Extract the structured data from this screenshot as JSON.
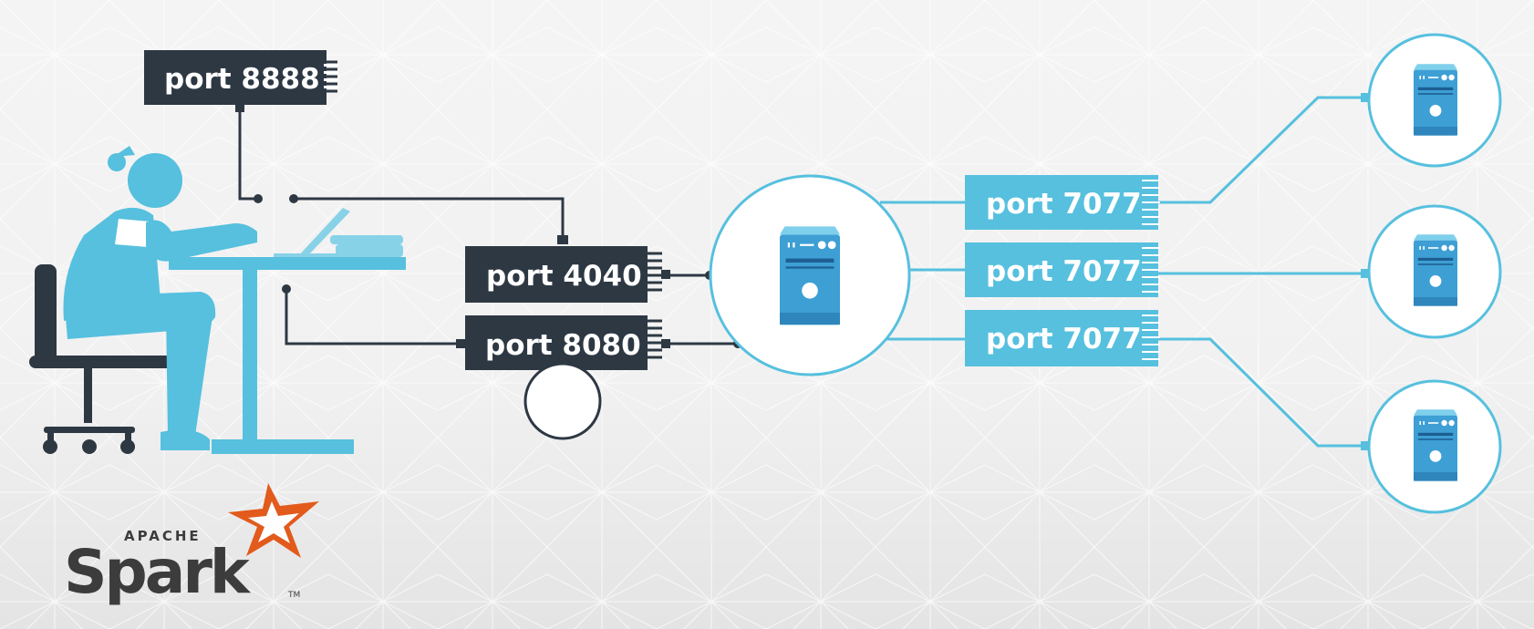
{
  "ports": {
    "jupyter": "port 8888",
    "spark_ui": "port 4040",
    "master_ui": "port 8080",
    "worker_1": "port 7077",
    "worker_2": "port 7077",
    "worker_3": "port 7077"
  },
  "logo": {
    "line1": "APACHE",
    "line2": "Spark",
    "tm": "TM"
  },
  "colors": {
    "dark_port": "#2d3843",
    "blue_accent": "#56c0de",
    "server_blue": "#3d9fd4",
    "spark_orange": "#e25a1c",
    "logo_text": "#3c3c3c"
  },
  "icons": [
    "person-at-laptop-icon",
    "office-chair-icon",
    "desk-icon",
    "server-icon",
    "apache-spark-star-icon"
  ]
}
